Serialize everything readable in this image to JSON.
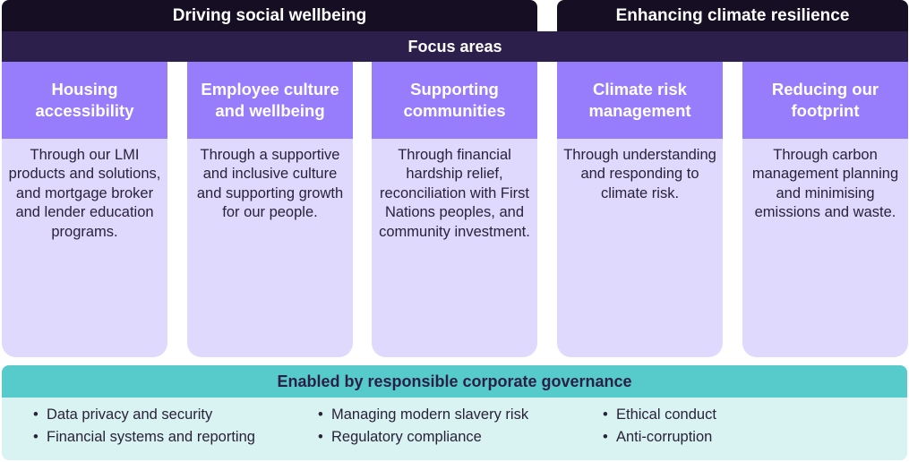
{
  "pillars": {
    "social": "Driving social wellbeing",
    "climate": "Enhancing climate resilience"
  },
  "focus_band": "Focus areas",
  "colors": {
    "pillar_bg": "#160f24",
    "focus_band_bg": "#2d1f4b",
    "card_head_bg": "#977dfb",
    "card_body_bg": "#dfd9fd",
    "gov_head_bg": "#57cbcb",
    "gov_body_bg": "#d8f3f2"
  },
  "cards": [
    {
      "title": "Housing accessibility",
      "body": "Through our LMI products and solutions, and mortgage broker and lender education programs."
    },
    {
      "title": "Employee culture and wellbeing",
      "body": "Through a supportive and inclusive culture and supporting growth for our people."
    },
    {
      "title": "Supporting communities",
      "body": "Through financial hardship relief, reconciliation with First Nations peoples, and community investment."
    },
    {
      "title": "Climate risk management",
      "body": "Through understanding and responding to climate risk."
    },
    {
      "title": "Reducing our footprint",
      "body": "Through carbon management planning and minimising emissions and waste."
    }
  ],
  "governance": {
    "title": "Enabled by responsible corporate governance",
    "columns": [
      [
        "Data privacy and security",
        "Financial systems and reporting"
      ],
      [
        "Managing modern slavery risk",
        "Regulatory compliance"
      ],
      [
        "Ethical conduct",
        "Anti-corruption"
      ]
    ]
  }
}
